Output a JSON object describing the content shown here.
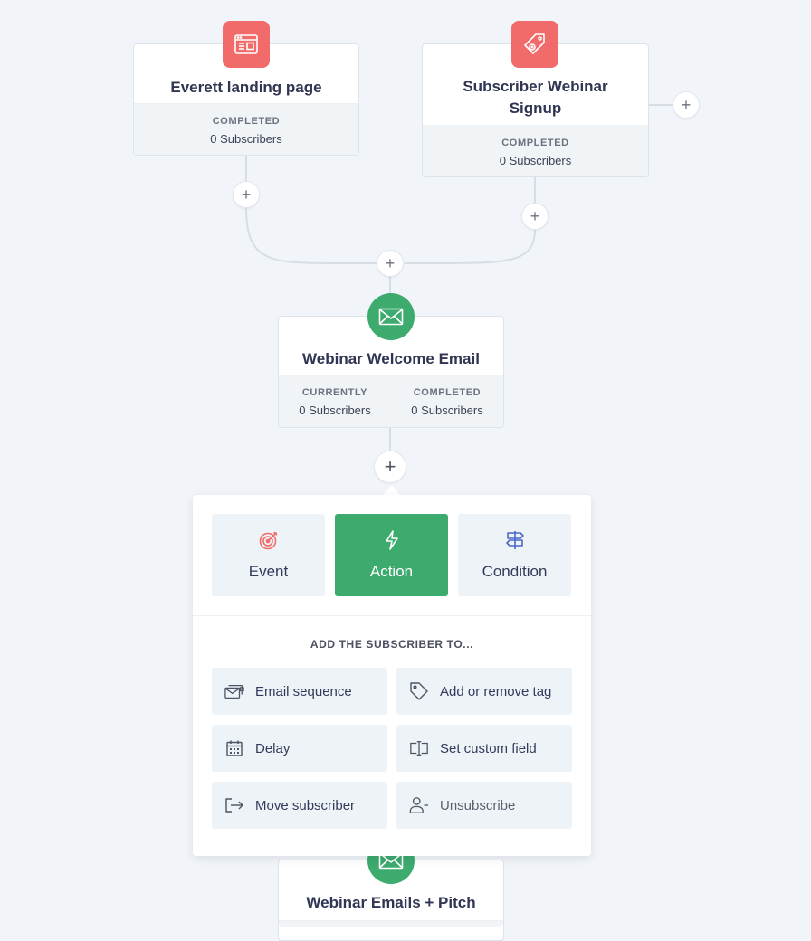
{
  "nodes": {
    "landing": {
      "title": "Everett landing page",
      "stat_label": "COMPLETED",
      "stat_value": "0 Subscribers",
      "icon": "landing-page-icon"
    },
    "webinar_signup": {
      "title": "Subscriber Webinar Signup",
      "stat_label": "COMPLETED",
      "stat_value": "0 Subscribers",
      "icon": "tag-icon"
    },
    "welcome_email": {
      "title": "Webinar Welcome Email",
      "current_label": "CURRENTLY",
      "current_value": "0 Subscribers",
      "completed_label": "COMPLETED",
      "completed_value": "0 Subscribers",
      "icon": "envelope-icon"
    },
    "pitch_email": {
      "title": "Webinar Emails + Pitch",
      "icon": "envelope-icon"
    }
  },
  "plus_glyph": "+",
  "panel": {
    "tabs": [
      {
        "label": "Event",
        "icon": "target-icon",
        "active": false
      },
      {
        "label": "Action",
        "icon": "lightning-icon",
        "active": true
      },
      {
        "label": "Condition",
        "icon": "signpost-icon",
        "active": false
      }
    ],
    "heading": "ADD THE SUBSCRIBER TO...",
    "options": [
      {
        "label": "Email sequence",
        "icon": "email-sequence-icon"
      },
      {
        "label": "Add or remove tag",
        "icon": "tag-icon"
      },
      {
        "label": "Delay",
        "icon": "calendar-icon"
      },
      {
        "label": "Set custom field",
        "icon": "text-cursor-icon"
      },
      {
        "label": "Move subscriber",
        "icon": "move-arrow-icon"
      },
      {
        "label": "Unsubscribe",
        "icon": "user-minus-icon"
      }
    ]
  },
  "colors": {
    "background": "#f1f5f9",
    "red_badge": "#f26b6b",
    "green_accent": "#3daa6e",
    "event_icon": "#f26b6b",
    "condition_icon": "#4a67c9"
  }
}
